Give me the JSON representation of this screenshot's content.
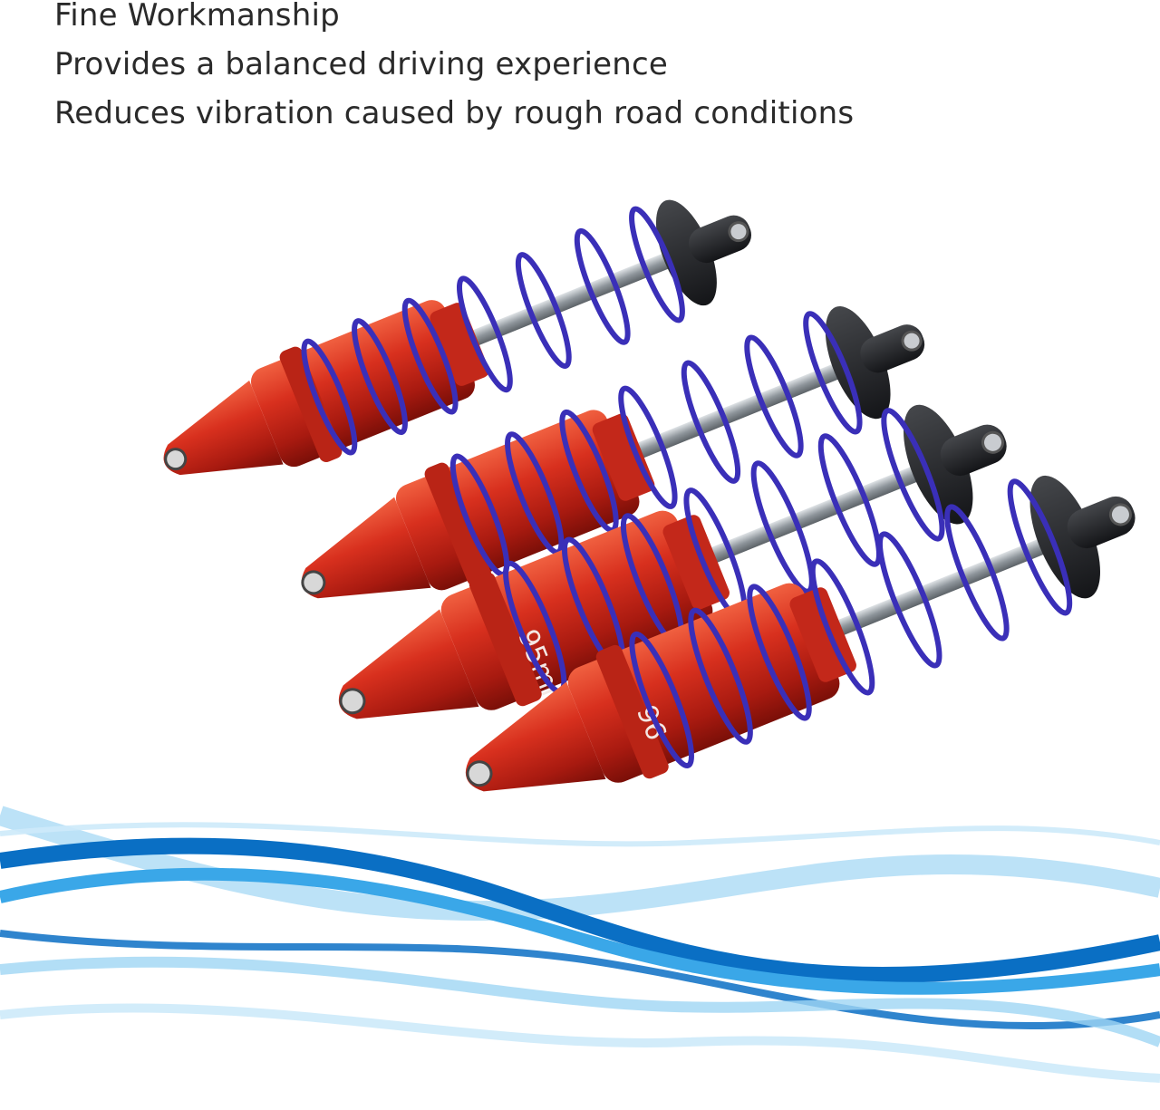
{
  "features": [
    "Fine Workmanship",
    "Provides a balanced driving experience",
    "Reduces vibration caused by rough road conditions"
  ],
  "product": {
    "subject": "shock-absorbers",
    "count": 4,
    "engraving_1": "95mm",
    "engraving_2": "96",
    "colors": {
      "body": "#c8281a",
      "body_highlight": "#ef5a3c",
      "spring": "#3a2fb8",
      "shaft": "#9aa0a6",
      "end_cap": "#1e1f22"
    }
  },
  "decoration": {
    "name": "blue-wave-banner",
    "colors": [
      "#0a6fc4",
      "#3aa7e8",
      "#9fd6f4"
    ]
  }
}
